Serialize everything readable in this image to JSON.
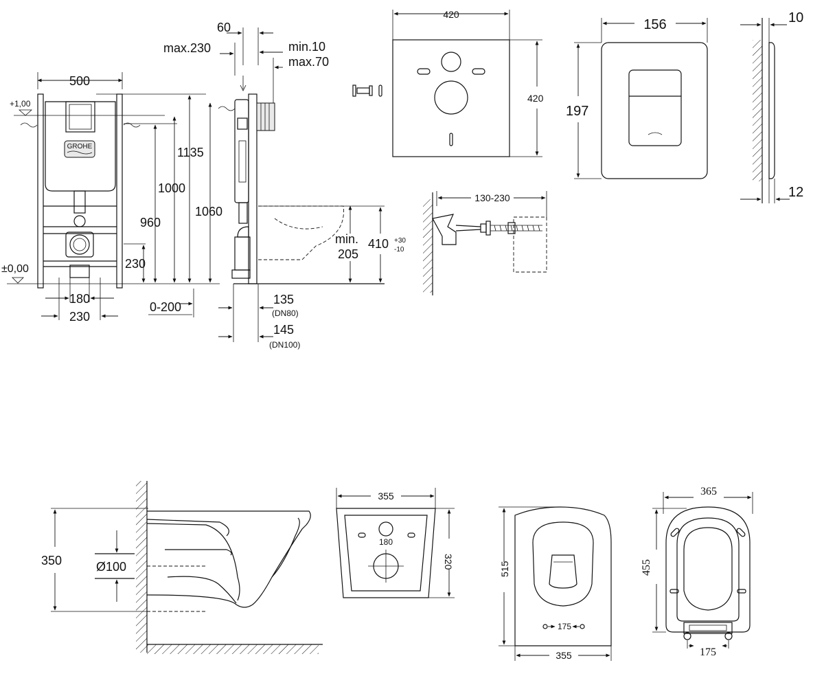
{
  "installation_frame": {
    "brand": "GROHE",
    "dims": {
      "width": "500",
      "level_top": "+1,00",
      "level_zero": "±0,00",
      "h1135": "1135",
      "h1000": "1000",
      "h960": "960",
      "h1060": "1060",
      "h230": "230",
      "w180": "180",
      "w230": "230",
      "d0_200": "0-200",
      "d60": "60",
      "max230": "max.230",
      "min10": "min.10",
      "max70": "max.70",
      "d135": "135",
      "dn80": "(DN80)",
      "d145": "145",
      "dn100": "(DN100)",
      "min_label": "min.",
      "h205": "205",
      "h410": "410",
      "tol_plus": "+30",
      "tol_minus": "-10"
    }
  },
  "sound_mat": {
    "width": "420",
    "height": "420"
  },
  "flush_plate": {
    "width": "156",
    "height": "197",
    "depth_top": "10",
    "depth_bottom": "12"
  },
  "bolt_detail": {
    "range": "130-230"
  },
  "toilet_side": {
    "height": "350",
    "pipe": "Ø100"
  },
  "toilet_back": {
    "width": "355",
    "height": "320",
    "bolt_spacing": "180"
  },
  "toilet_top": {
    "length": "515",
    "width": "355",
    "bolt_spacing": "175"
  },
  "seat": {
    "width": "365",
    "length": "455",
    "hinge_spacing": "175"
  }
}
